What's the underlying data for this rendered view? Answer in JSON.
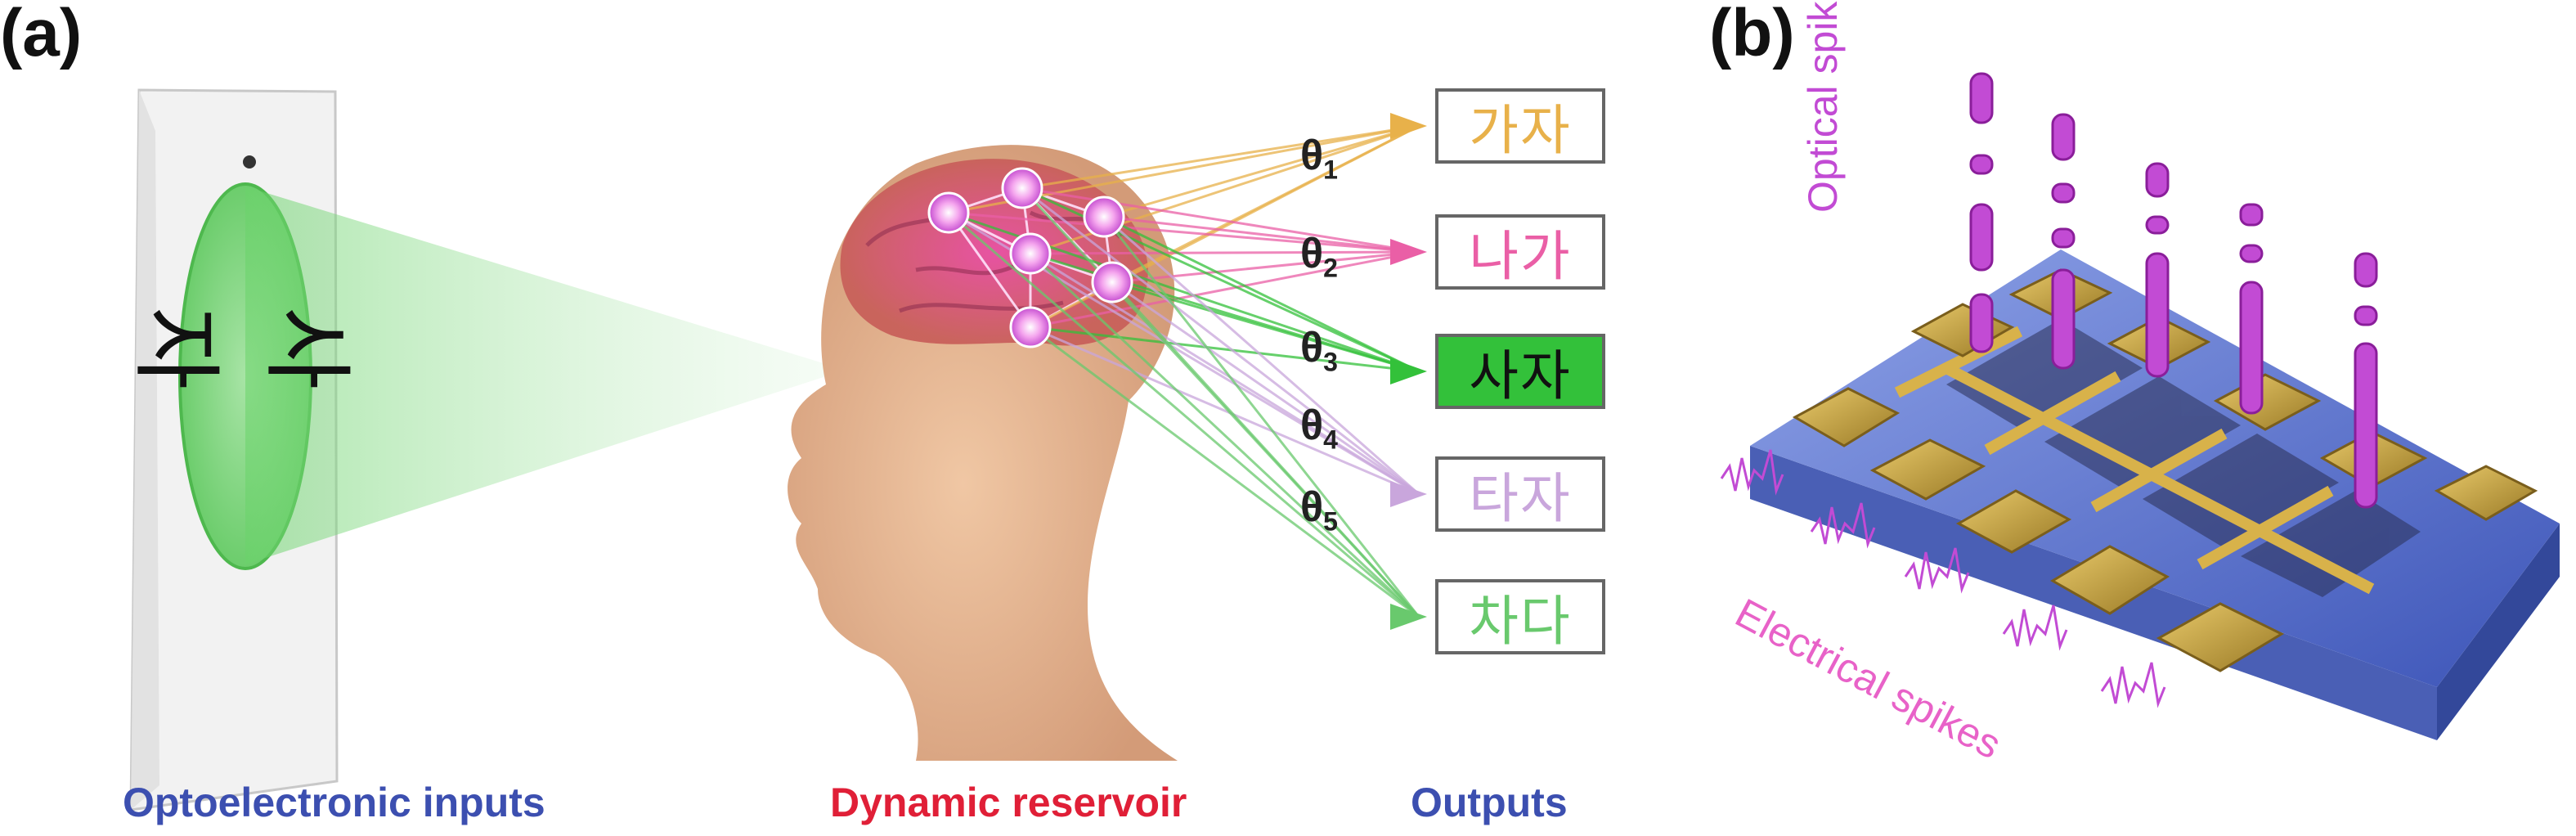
{
  "panels": {
    "a": "(a)",
    "b": "(b)"
  },
  "input_text": "사자",
  "thetas": [
    {
      "sym": "θ",
      "sub": "1"
    },
    {
      "sym": "θ",
      "sub": "2"
    },
    {
      "sym": "θ",
      "sub": "3"
    },
    {
      "sym": "θ",
      "sub": "4"
    },
    {
      "sym": "θ",
      "sub": "5"
    }
  ],
  "outputs": [
    {
      "text": "가자",
      "color": "#e8b14a",
      "bg": "#ffffff"
    },
    {
      "text": "나가",
      "color": "#ea5fa6",
      "bg": "#ffffff"
    },
    {
      "text": "사자",
      "color": "#111111",
      "bg": "#33c13a"
    },
    {
      "text": "타자",
      "color": "#c9a6dc",
      "bg": "#ffffff"
    },
    {
      "text": "차다",
      "color": "#69c96d",
      "bg": "#ffffff"
    }
  ],
  "captions": {
    "inputs": "Optoelectronic inputs",
    "reservoir": "Dynamic reservoir",
    "outputs": "Outputs"
  },
  "caption_colors": {
    "blue": "#3c4fb0",
    "red": "#e01f37"
  },
  "panel_b": {
    "optical_label": "Optical spikes",
    "electrical_label": "Electrical spikes",
    "spike_color": "#c24bd4"
  }
}
